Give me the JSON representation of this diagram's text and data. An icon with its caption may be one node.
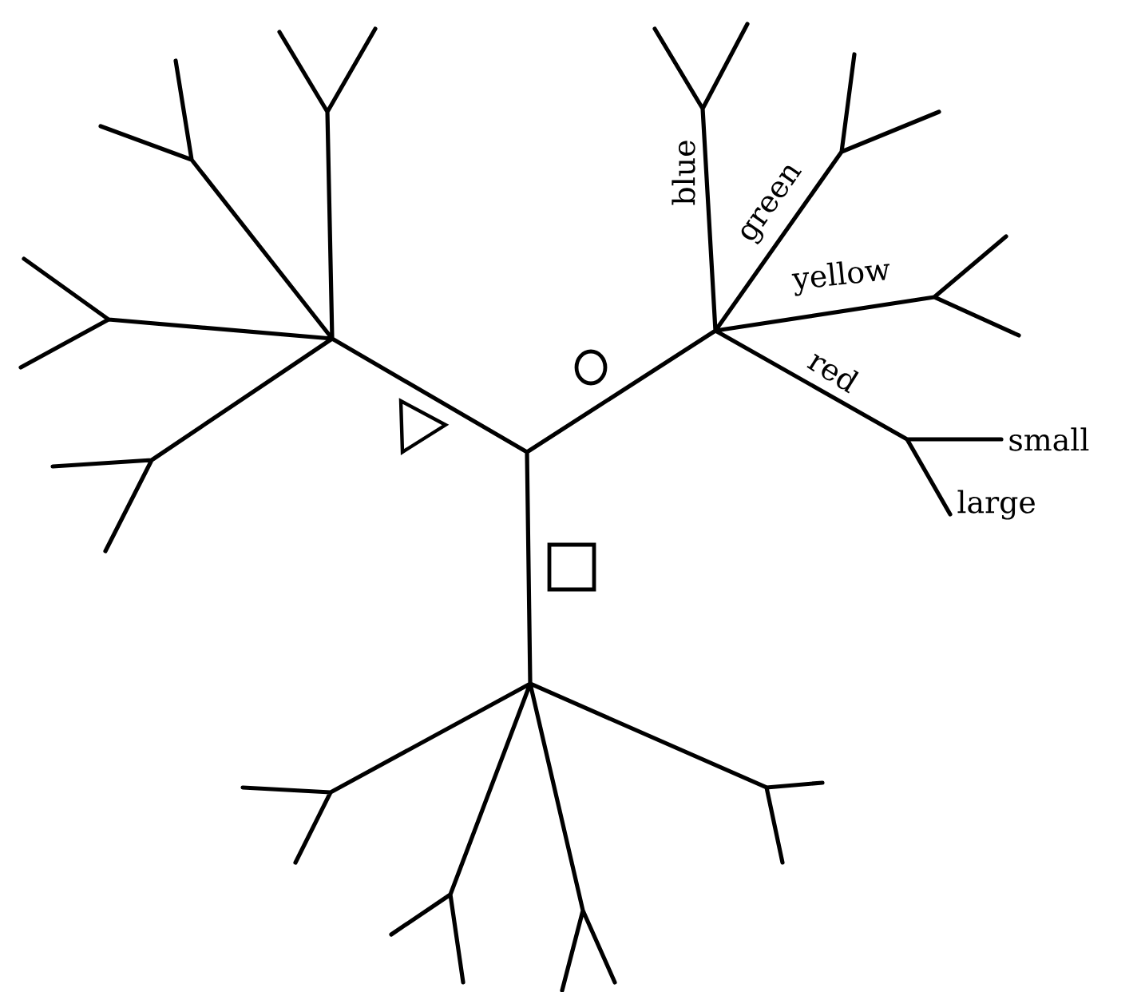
{
  "diagram": {
    "labels": [
      "blue",
      "green",
      "yellow",
      "red",
      "small",
      "large"
    ]
  }
}
